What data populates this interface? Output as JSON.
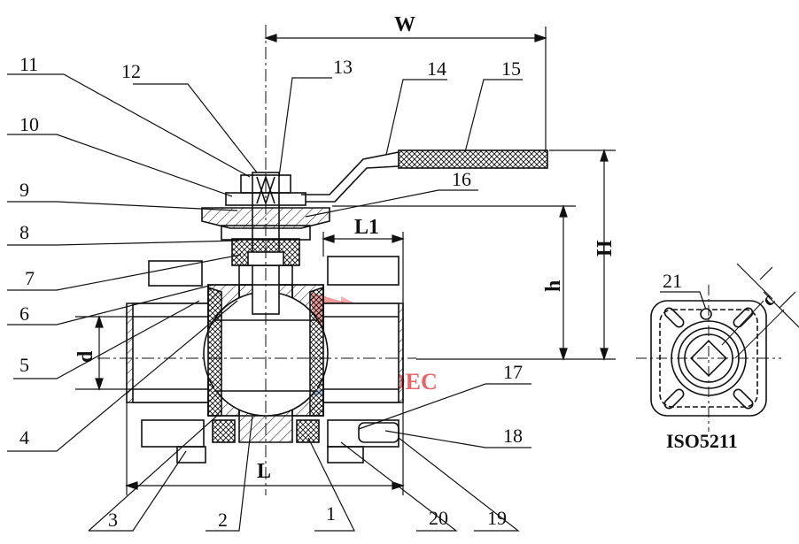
{
  "callouts": [
    "1",
    "2",
    "3",
    "4",
    "5",
    "6",
    "7",
    "8",
    "9",
    "10",
    "11",
    "12",
    "13",
    "14",
    "15",
    "16",
    "17",
    "18",
    "19",
    "20",
    "21"
  ],
  "dimensions": {
    "W": "W",
    "H": "H",
    "h": "h",
    "L": "L",
    "L1": "L1",
    "d": "d",
    "c": "c"
  },
  "standard": "ISO5211",
  "watermark": {
    "text": "INDEC"
  },
  "colors": {
    "line": "#111111",
    "watermark_red": "#e0282e",
    "watermark_blue": "#1f5fb0"
  }
}
